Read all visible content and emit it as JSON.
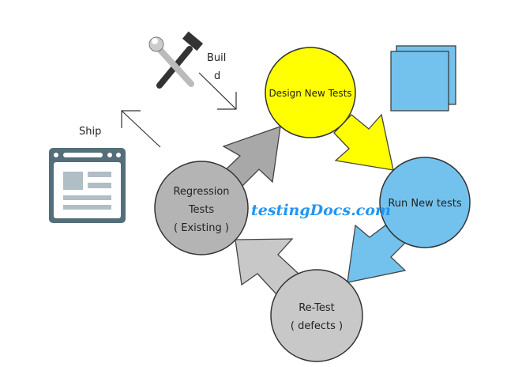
{
  "diagram": {
    "nodes": {
      "design": {
        "label": "Design New Tests",
        "color": "#ffff00"
      },
      "run": {
        "label": "Run New tests",
        "color": "#73c2ee"
      },
      "retest": {
        "line1": "Re-Test",
        "line2": "( defects )",
        "color": "#c8c8c8"
      },
      "regression": {
        "line1": "Regression",
        "line2": "Tests",
        "line3": "( Existing )",
        "color": "#b4b4b4"
      }
    },
    "build": {
      "line1": "Buil",
      "line2": "d",
      "icon": "wrench-hammer-icon"
    },
    "ship": {
      "label": "Ship",
      "icon": "browser-window-icon"
    },
    "watermark": "testingDocs.com",
    "documents_icon": "documents-icon"
  }
}
